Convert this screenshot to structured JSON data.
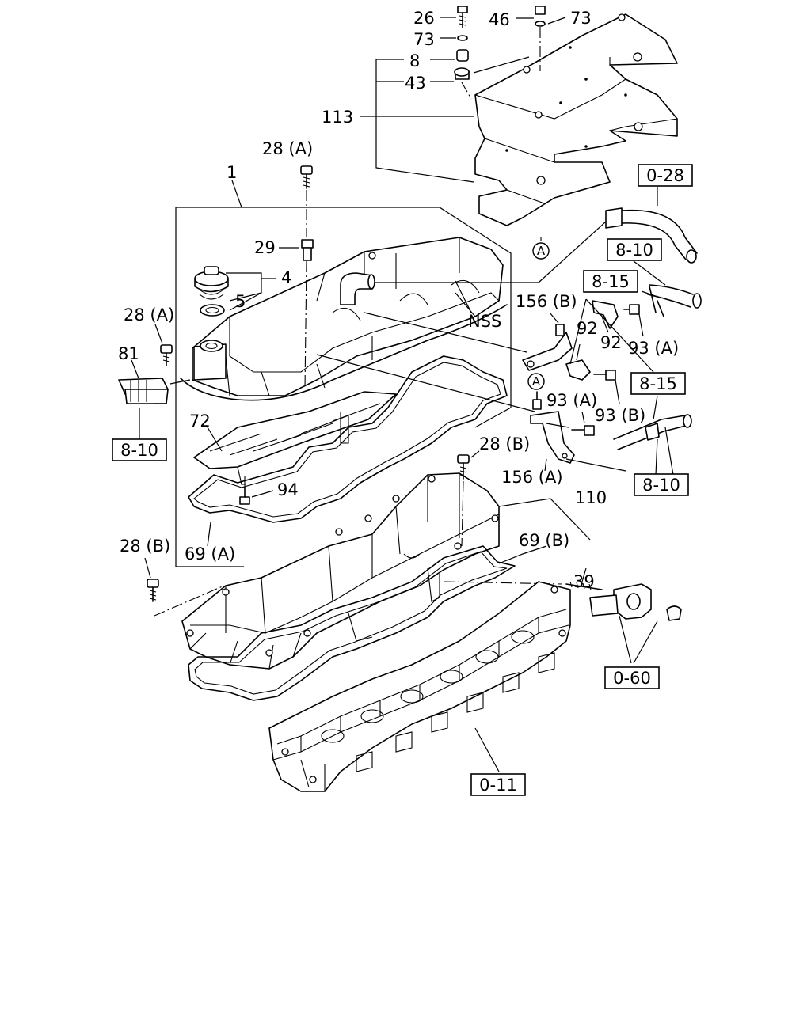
{
  "callouts": {
    "p26": "26",
    "p73a": "73",
    "p46": "46",
    "p73b": "73",
    "p8": "8",
    "p43": "43",
    "p113": "113",
    "p28a_top": "28 (A)",
    "p1": "1",
    "p29": "29",
    "p4": "4",
    "p5": "5",
    "p28a_left": "28 (A)",
    "p81": "81",
    "pNSS": "NSS",
    "p72": "72",
    "p94": "94",
    "p156b": "156 (B)",
    "p92a": "92",
    "p92b": "92",
    "p93a_right": "93 (A)",
    "p93a_mid": "93 (A)",
    "p93b": "93 (B)",
    "p156a": "156 (A)",
    "p28b_mid": "28 (B)",
    "p110": "110",
    "p69b": "69 (B)",
    "p39": "39",
    "p28b_left": "28 (B)",
    "p69a": "69 (A)"
  },
  "refs": {
    "r028": "0-28",
    "r810_top": "8-10",
    "r815_top": "8-15",
    "r815_mid": "8-15",
    "r810_left": "8-10",
    "r810_bottom": "8-10",
    "r060": "0-60",
    "r011": "0-11"
  },
  "markers": {
    "a_top": "A",
    "a_mid": "A"
  }
}
